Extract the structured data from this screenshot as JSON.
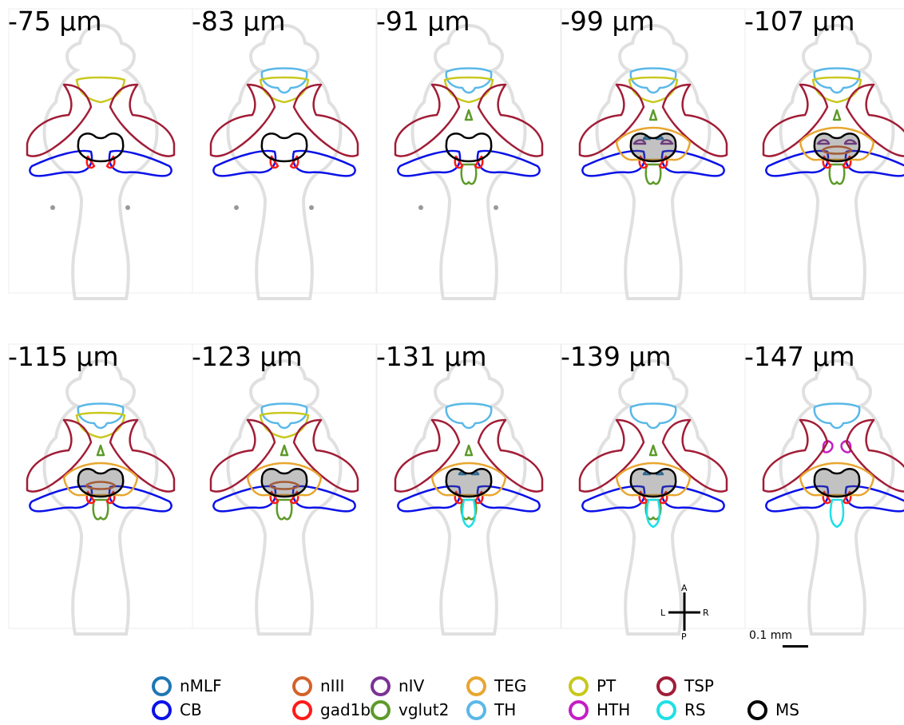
{
  "panels": [
    {
      "depth": "-75 µm",
      "regions": [
        "PT",
        "TSP",
        "CB",
        "gad1b",
        "MS"
      ],
      "markers": true
    },
    {
      "depth": "-83 µm",
      "regions": [
        "TH",
        "PT",
        "TSP",
        "CB",
        "gad1b",
        "MS"
      ],
      "markers": true
    },
    {
      "depth": "-91 µm",
      "regions": [
        "TH",
        "PT",
        "vglut2",
        "TSP",
        "CB",
        "gad1b",
        "MS"
      ],
      "markers": true
    },
    {
      "depth": "-99 µm",
      "regions": [
        "TH",
        "PT",
        "vglut2",
        "TSP",
        "CB",
        "gad1b",
        "nIV",
        "TEG",
        "nMLF",
        "MS"
      ],
      "markers": false
    },
    {
      "depth": "-107 µm",
      "regions": [
        "TH",
        "PT",
        "vglut2",
        "TSP",
        "CB",
        "gad1b",
        "nIV",
        "TEG",
        "nIII",
        "MS"
      ],
      "markers": false
    },
    {
      "depth": "-115 µm",
      "regions": [
        "TH",
        "PT",
        "vglut2",
        "TSP",
        "CB",
        "gad1b",
        "TEG",
        "nIII",
        "MS"
      ],
      "markers": false
    },
    {
      "depth": "-123 µm",
      "regions": [
        "TH",
        "PT",
        "vglut2",
        "TSP",
        "CB",
        "gad1b",
        "TEG",
        "nIII",
        "MS"
      ],
      "markers": false
    },
    {
      "depth": "-131 µm",
      "regions": [
        "TH",
        "vglut2",
        "TSP",
        "CB",
        "gad1b",
        "TEG",
        "RS",
        "nMLF",
        "MS"
      ],
      "markers": false
    },
    {
      "depth": "-139 µm",
      "regions": [
        "TH",
        "vglut2",
        "TSP",
        "CB",
        "gad1b",
        "TEG",
        "RS",
        "nMLF",
        "MS"
      ],
      "markers": false
    },
    {
      "depth": "-147 µm",
      "regions": [
        "TH",
        "HTH",
        "TSP",
        "CB",
        "gad1b",
        "TEG",
        "RS",
        "MS"
      ],
      "markers": false
    }
  ],
  "legend": [
    {
      "label": "nMLF",
      "color": "#1f77b4"
    },
    {
      "label": "nIII",
      "color": "#d2622a"
    },
    {
      "label": "nIV",
      "color": "#7b3294"
    },
    {
      "label": "TEG",
      "color": "#e8a630"
    },
    {
      "label": "PT",
      "color": "#c8c81e"
    },
    {
      "label": "TSP",
      "color": "#a11d37"
    },
    {
      "label": "CB",
      "color": "#0a12e8"
    },
    {
      "label": "gad1b",
      "color": "#ff1a1a"
    },
    {
      "label": "vglut2",
      "color": "#5e9a2a"
    },
    {
      "label": "TH",
      "color": "#5ab8e8"
    },
    {
      "label": "HTH",
      "color": "#c41ec4"
    },
    {
      "label": "RS",
      "color": "#1ee0e6"
    },
    {
      "label": "MS",
      "color": "#000000"
    }
  ],
  "orientation": {
    "a": "A",
    "p": "P",
    "l": "L",
    "r": "R"
  },
  "scalebar": {
    "label": "0.1 mm"
  }
}
